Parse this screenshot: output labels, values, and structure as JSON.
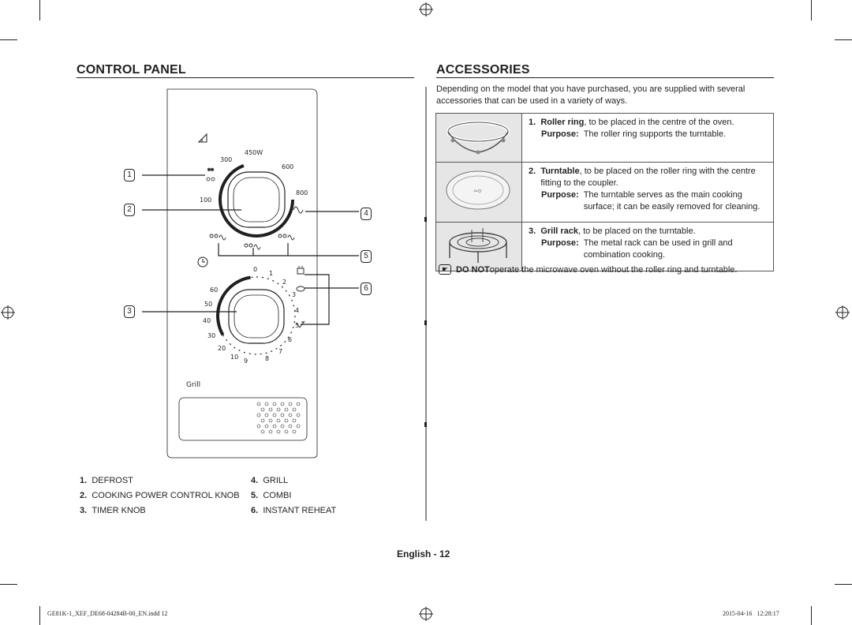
{
  "control_panel": {
    "heading": "CONTROL PANEL",
    "wattages": [
      "450W",
      "300",
      "600",
      "800",
      "100"
    ],
    "timer_marks": [
      "0",
      "1",
      "2",
      "3",
      "4",
      "5",
      "6",
      "7",
      "8",
      "9",
      "10",
      "20",
      "30",
      "40",
      "50",
      "60"
    ],
    "grill_label": "Grill",
    "callouts": [
      "1",
      "2",
      "3",
      "4",
      "5",
      "6"
    ],
    "legend": [
      {
        "num": "1.",
        "label": "DEFROST"
      },
      {
        "num": "2.",
        "label": "COOKING POWER CONTROL KNOB"
      },
      {
        "num": "3.",
        "label": "TIMER KNOB"
      },
      {
        "num": "4.",
        "label": "GRILL"
      },
      {
        "num": "5.",
        "label": "COMBI"
      },
      {
        "num": "6.",
        "label": "INSTANT REHEAT"
      }
    ]
  },
  "accessories": {
    "heading": "ACCESSORIES",
    "intro": "Depending on the model that you have purchased, you are supplied with several accessories that can be used in a variety of ways.",
    "items": [
      {
        "num": "1.",
        "name": "Roller ring",
        "desc": ", to be placed in the centre of the oven.",
        "purpose_label": "Purpose:",
        "purpose": "The roller ring supports the turntable."
      },
      {
        "num": "2.",
        "name": "Turntable",
        "desc": ", to be placed on the roller ring with the centre fitting to the coupler.",
        "purpose_label": "Purpose:",
        "purpose": "The turntable serves as the main cooking surface; it can be easily removed for cleaning."
      },
      {
        "num": "3.",
        "name": "Grill rack",
        "desc": ", to be placed on the turntable.",
        "purpose_label": "Purpose:",
        "purpose": "The metal rack can be used in grill and combination cooking."
      }
    ],
    "note_bold": "DO NOT",
    "note": " operate the microwave oven without the roller ring and turntable."
  },
  "page_label": "English - 12",
  "footer": {
    "file": "GE81K-1_XEF_DE68-04284B-00_EN.indd   12",
    "stamp": "2015-04-16     12:28:17"
  }
}
